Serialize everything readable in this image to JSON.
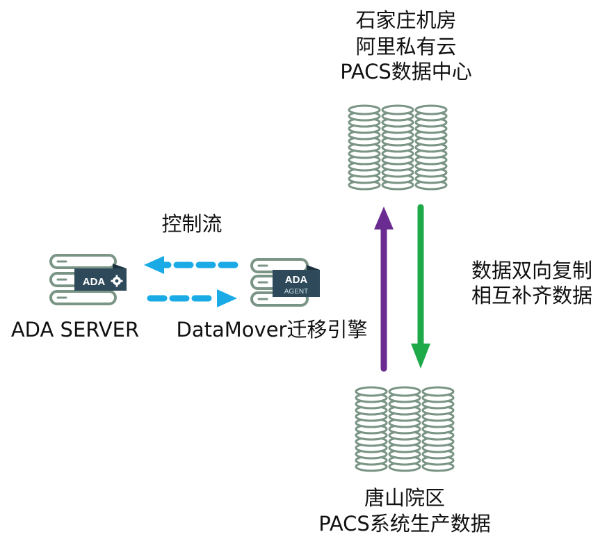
{
  "datacenter": {
    "line1": "石家庄机房",
    "line2": "阿里私有云",
    "line3": "PACS数据中心"
  },
  "hospital": {
    "line1": "唐山院区",
    "line2": "PACS系统生产数据"
  },
  "control_flow_label": "控制流",
  "replication": {
    "line1": "数据双向复制",
    "line2": "相互补齐数据"
  },
  "ada_server": {
    "label": "ADA SERVER",
    "badge": "ADA"
  },
  "agent": {
    "label": "DataMover迁移引擎",
    "badge_top": "ADA",
    "badge_bottom": "AGENT"
  },
  "colors": {
    "disk": "#7a9585",
    "server_badge": "#2e4a5a",
    "control_arrow": "#1aabe6",
    "up_arrow": "#6a2c91",
    "down_arrow": "#1faa4a"
  }
}
